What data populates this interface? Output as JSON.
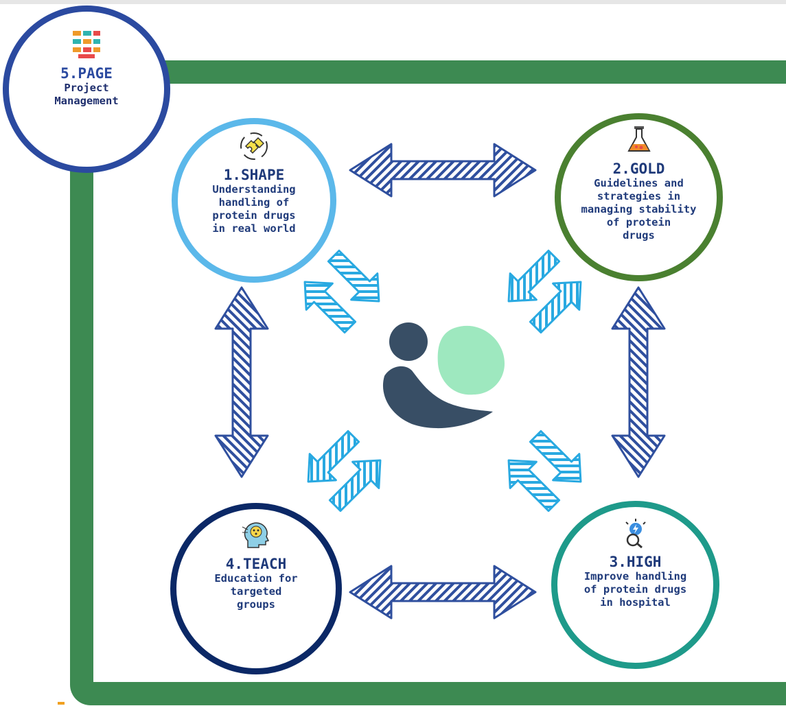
{
  "nodes": {
    "page": {
      "title": "5.PAGE",
      "desc": "Project\nManagement"
    },
    "shape": {
      "title": "1.SHAPE",
      "desc": "Understanding\nhandling of\nprotein drugs\n in real world"
    },
    "gold": {
      "title": "2.GOLD",
      "desc": "Guidelines and\nstrategies in\nmanaging stability\nof protein\ndrugs"
    },
    "high": {
      "title": "3.HIGH",
      "desc": "Improve handling\nof protein drugs\nin hospital"
    },
    "teach": {
      "title": "4.TEACH",
      "desc": "Education for\ntargeted\ngroups"
    }
  },
  "colors": {
    "frame": "#3d8a52",
    "page_ring": "#2b4aa0",
    "shape_ring": "#5bb8ea",
    "gold_ring": "#4a8030",
    "teach_ring": "#0b2866",
    "high_ring": "#1e9a8a",
    "dark_arrow": "#2f4f9e",
    "light_arrow": "#29a9e1",
    "logo_dark": "#384e65",
    "logo_light": "#9ee8bf"
  },
  "icons": {
    "page": "flowchart-icon",
    "shape": "puzzle-icon",
    "gold": "flask-icon",
    "high": "lightbulb-search-icon",
    "teach": "head-network-icon"
  }
}
